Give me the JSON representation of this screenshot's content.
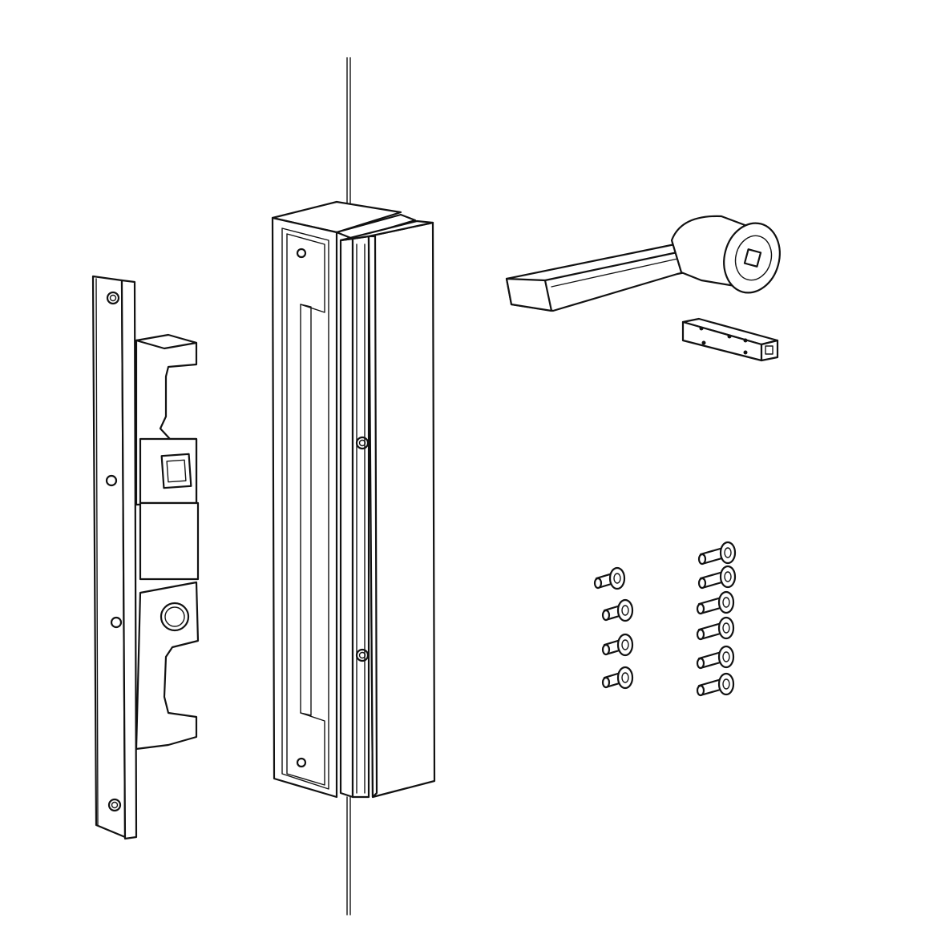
{
  "figure": {
    "type": "exploded-assembly-drawing",
    "background": "#ffffff",
    "line_color": "#111111",
    "text": []
  },
  "parts": [
    {
      "id": "door-panel-edge",
      "label": ""
    },
    {
      "id": "lock-case-with-faceplate",
      "label": ""
    },
    {
      "id": "lock-box-housing",
      "label": ""
    },
    {
      "id": "lever-handle",
      "label": ""
    },
    {
      "id": "square-spindle",
      "label": ""
    },
    {
      "id": "screws-left-column",
      "count": 4,
      "label": ""
    },
    {
      "id": "screws-right-column",
      "count": 6,
      "label": ""
    }
  ]
}
